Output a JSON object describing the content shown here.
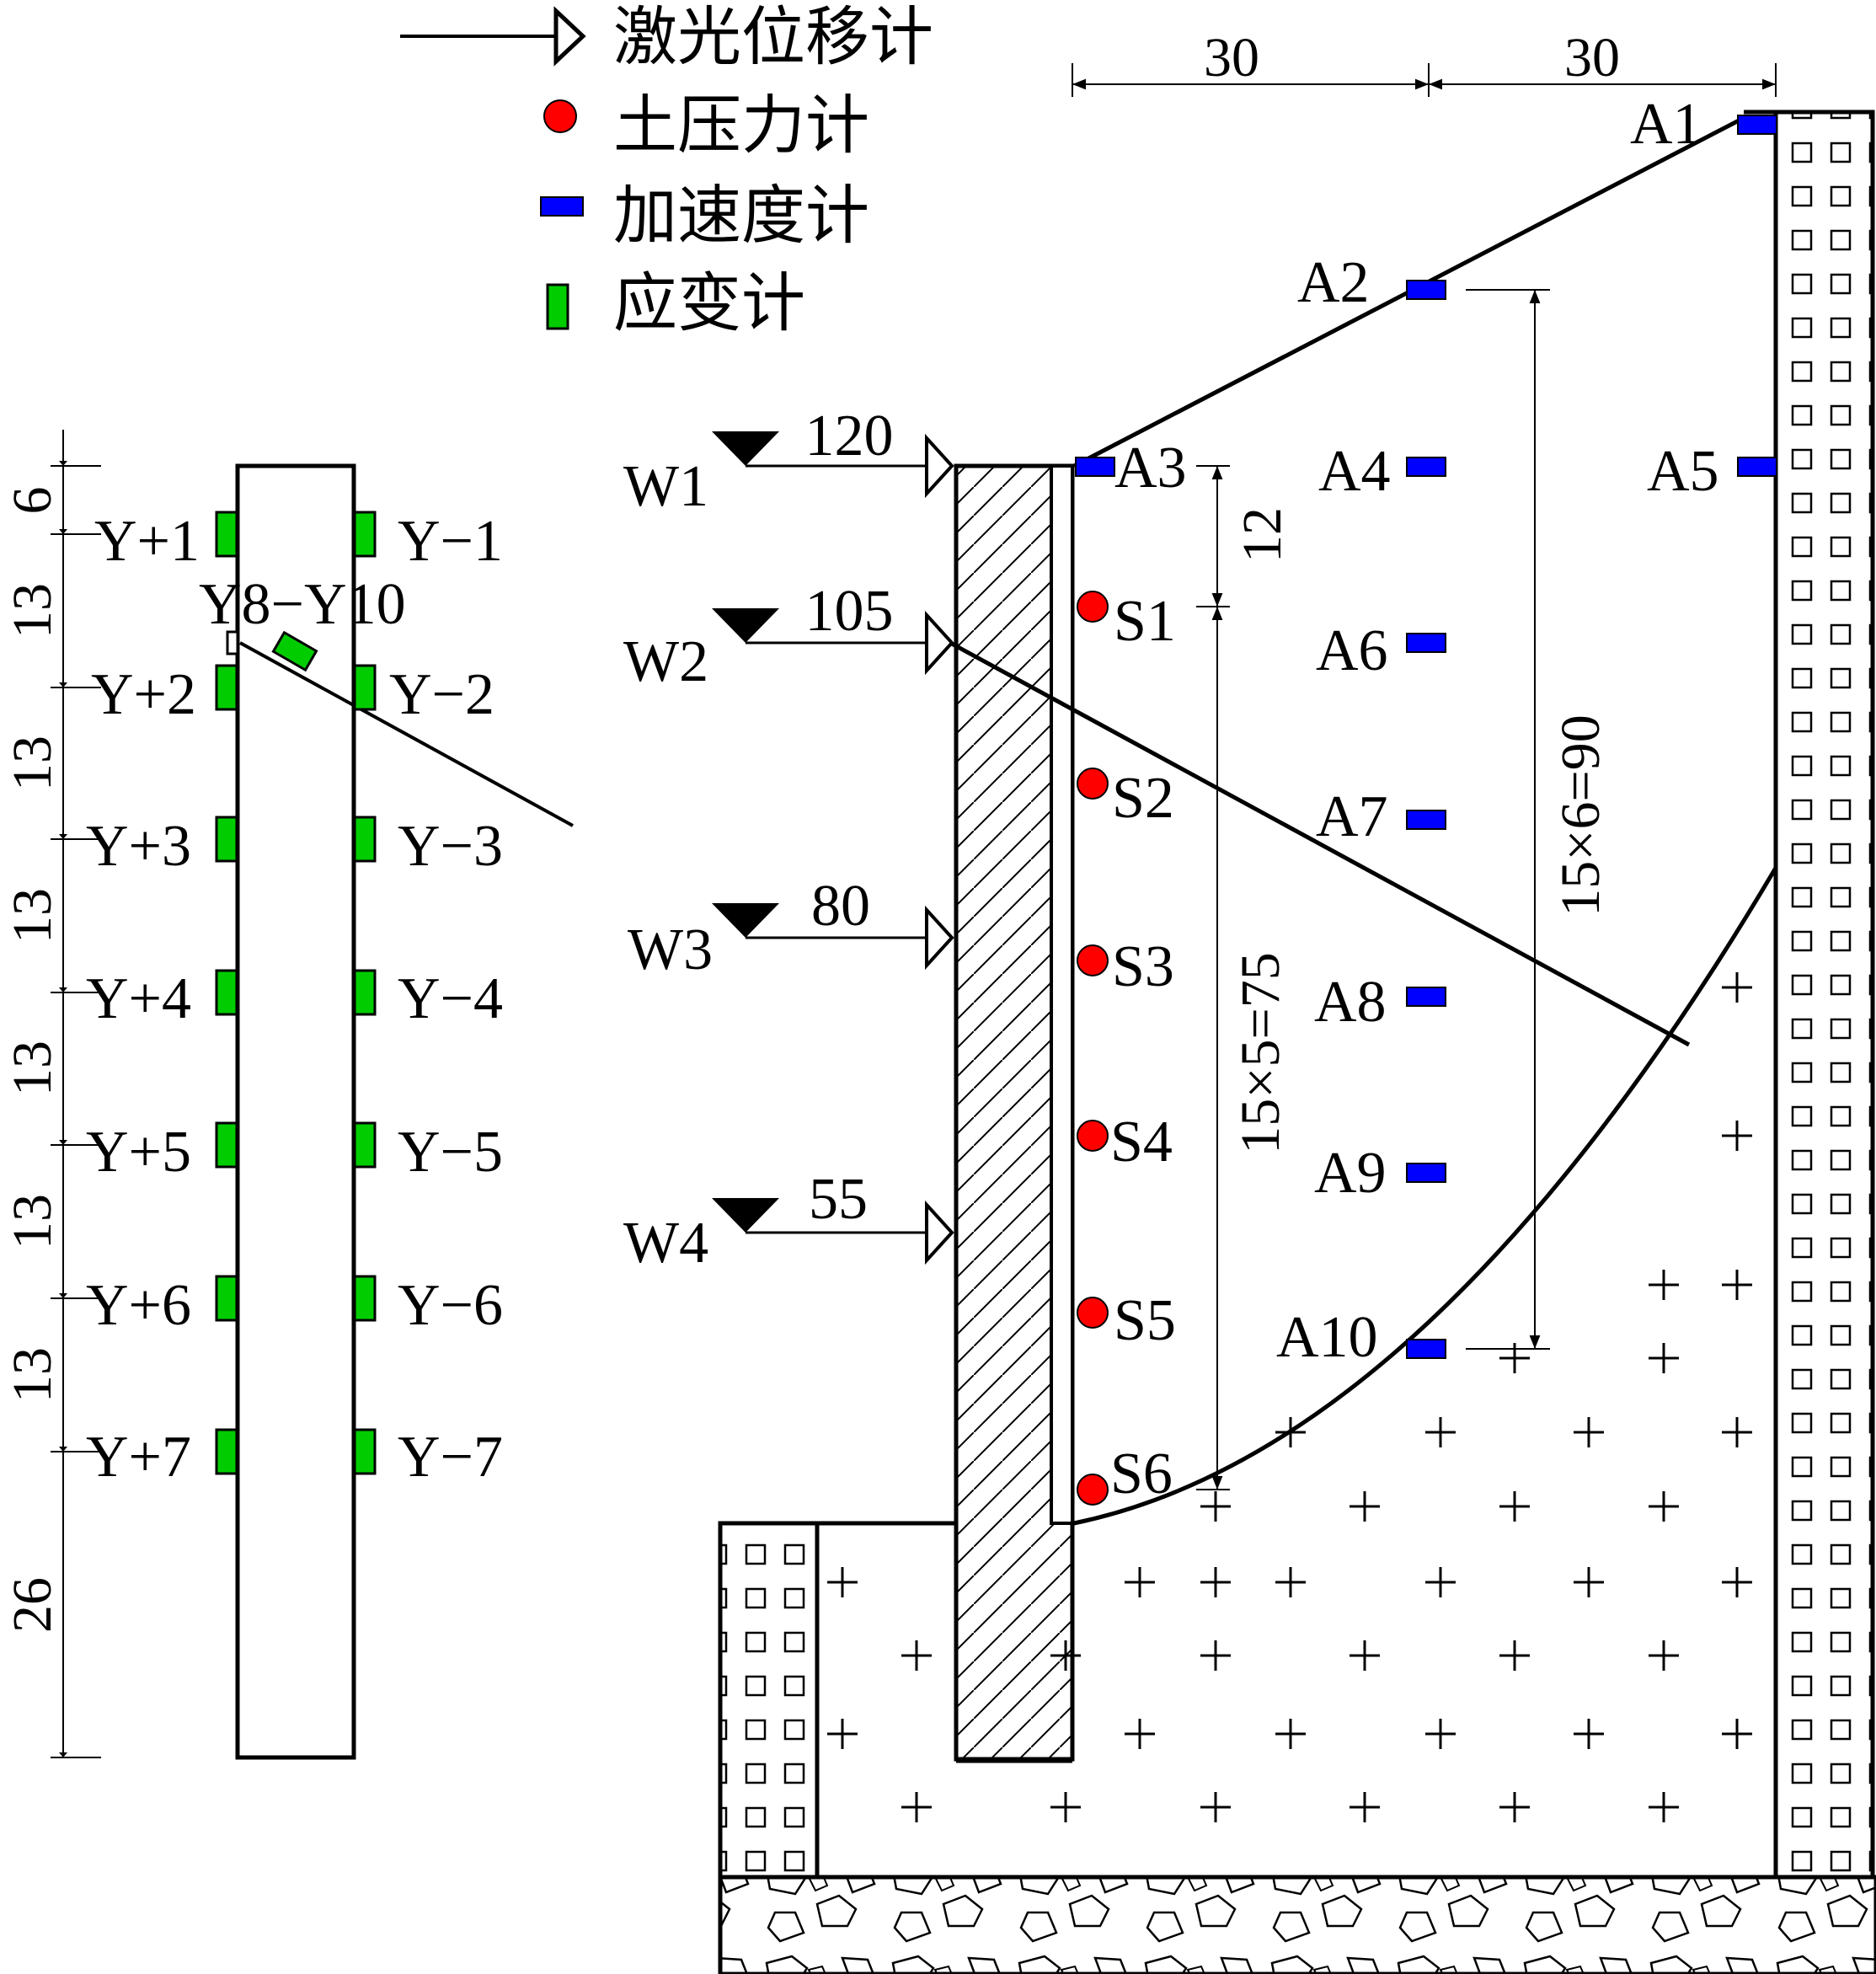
{
  "legend": {
    "laser": "激光位移计",
    "earth_pressure": "土压力计",
    "accelerometer": "加速度计",
    "strain": "应变计"
  },
  "top_dims": [
    "30",
    "30"
  ],
  "accelerometers": [
    "A1",
    "A2",
    "A3",
    "A4",
    "A5",
    "A6",
    "A7",
    "A8",
    "A9",
    "A10"
  ],
  "pressure_cells": [
    "S1",
    "S2",
    "S3",
    "S4",
    "S5",
    "S6"
  ],
  "water_levels": [
    {
      "label": "W1",
      "value": "120"
    },
    {
      "label": "W2",
      "value": "105"
    },
    {
      "label": "W3",
      "value": "80"
    },
    {
      "label": "W4",
      "value": "55"
    }
  ],
  "vertical_dims": {
    "a3_s1": "12",
    "s_span": "15×5=75",
    "a_span": "15×6=90"
  },
  "pile": {
    "gauges_left": [
      "Y+1",
      "Y+2",
      "Y+3",
      "Y+4",
      "Y+5",
      "Y+6",
      "Y+7"
    ],
    "gauges_right": [
      "Y−1",
      "Y−2",
      "Y−3",
      "Y−4",
      "Y−5",
      "Y−6",
      "Y−7"
    ],
    "group": "Y8−Y10",
    "dims": [
      "6",
      "13",
      "13",
      "13",
      "13",
      "13",
      "13",
      "26"
    ]
  },
  "colors": {
    "accelerometer": "#0000ff",
    "pressure": "#ff0000",
    "strain": "#00cc00",
    "line": "#000000"
  }
}
